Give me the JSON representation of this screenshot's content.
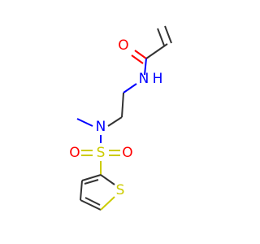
{
  "molecule": {
    "atoms": {
      "O_carbonyl": {
        "label": "O",
        "color": "#ff0000"
      },
      "N_amide": {
        "label": "N",
        "color": "#0000ff"
      },
      "H_amide": {
        "label": "H",
        "color": "#0000ff"
      },
      "N_sulfonamide": {
        "label": "N",
        "color": "#0000ff"
      },
      "S_sulfonyl": {
        "label": "S",
        "color": "#cccc00"
      },
      "O_sulfonyl_left": {
        "label": "O",
        "color": "#ff0000"
      },
      "O_sulfonyl_right": {
        "label": "O",
        "color": "#ff0000"
      },
      "S_thiophene": {
        "label": "S",
        "color": "#cccc00"
      }
    }
  }
}
